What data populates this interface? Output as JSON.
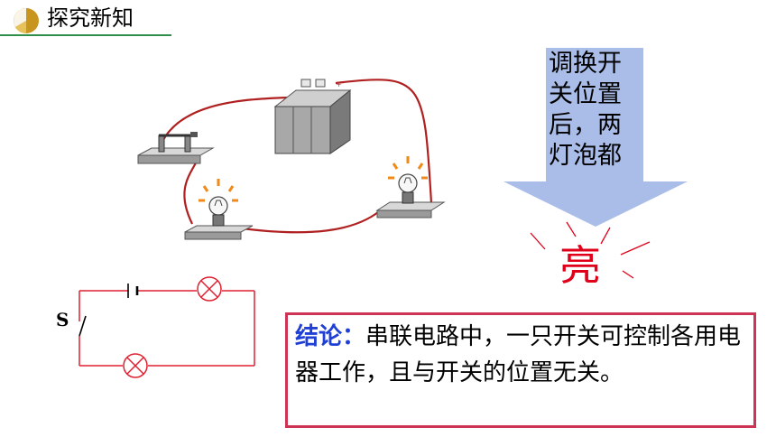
{
  "header": {
    "title": "探究新知"
  },
  "arrow_text": "调换开关位置后，两灯泡都",
  "bright_text": "亮",
  "switch_label": "S",
  "conclusion": {
    "label": "结论：",
    "text": "串联电路中，一只开关可控制各用电器工作，且与开关的位置无关。"
  },
  "colors": {
    "accent_green": "#2f8f4a",
    "header_icon": "#c8961e",
    "arrow_fill": "#a9bde8",
    "wire": "#b02020",
    "bright_red": "#e0001a",
    "conclusion_label": "#1f3fd6",
    "conclusion_border": "#cc3355"
  }
}
